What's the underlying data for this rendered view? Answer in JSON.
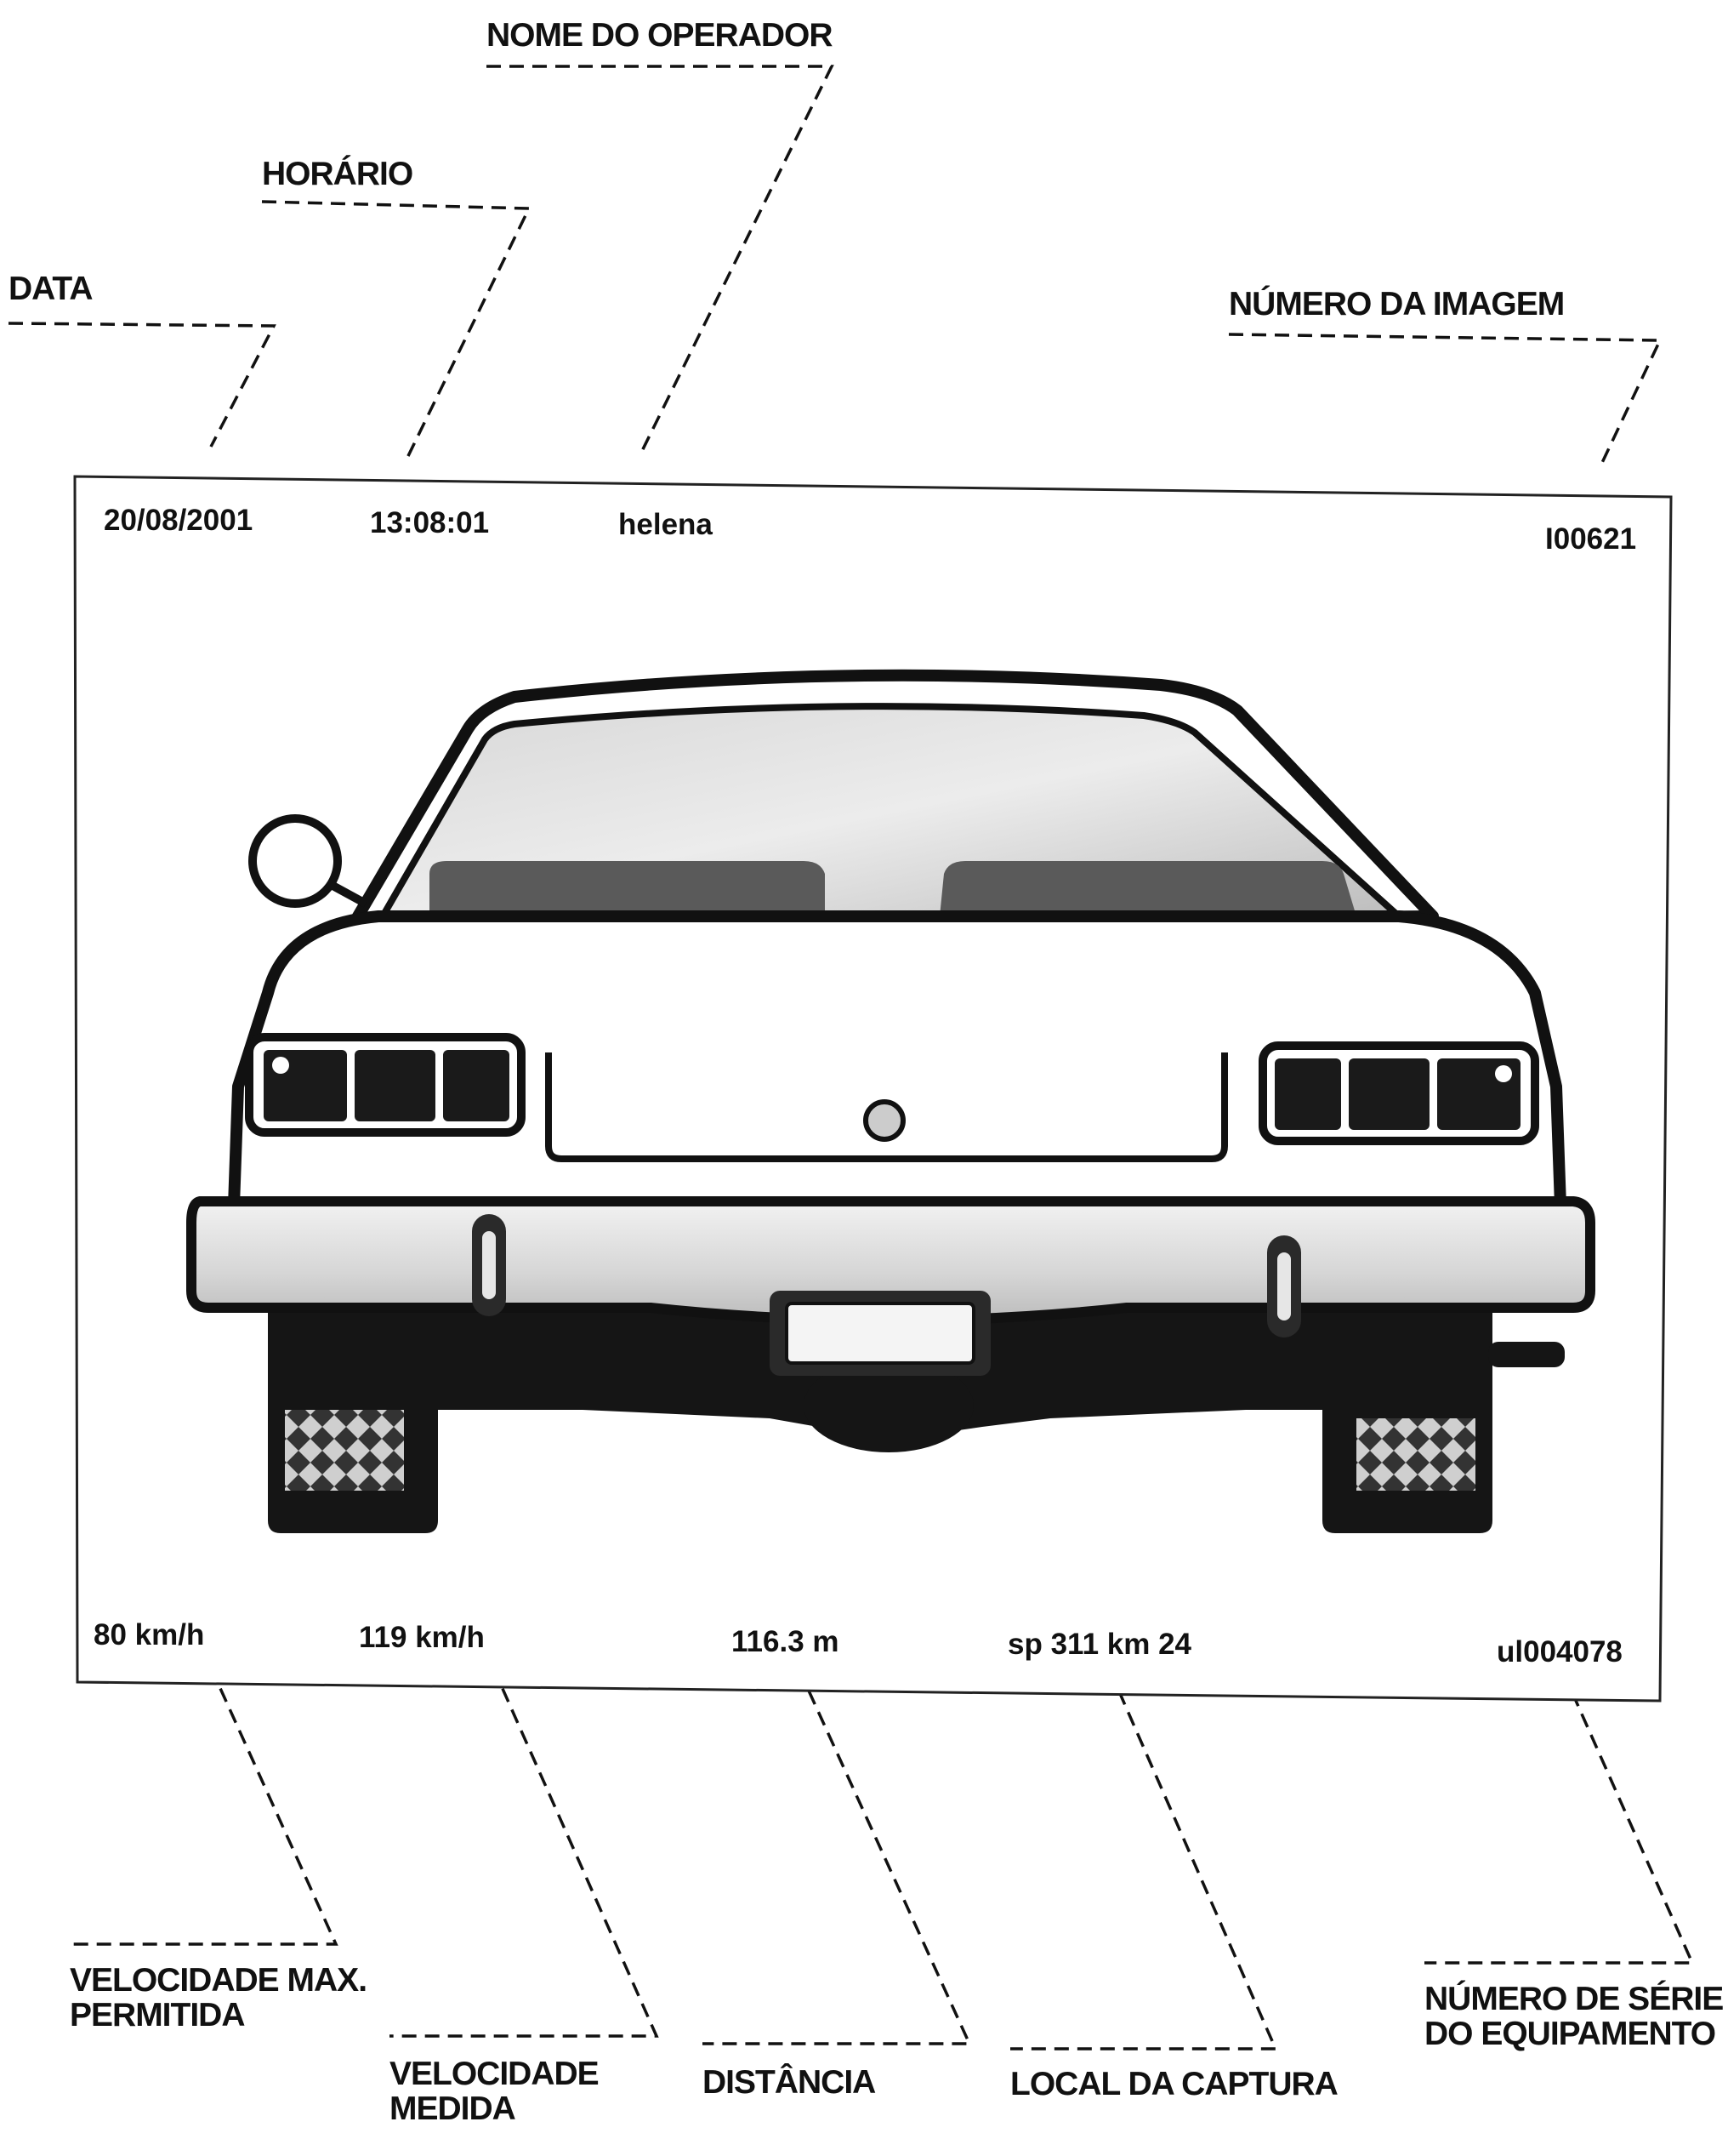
{
  "callouts": {
    "operator": "NOME DO OPERADOR",
    "time": "HORÁRIO",
    "date": "DATA",
    "image_number": "NÚMERO DA IMAGEM",
    "max_speed_line1": "VELOCIDADE MAX.",
    "max_speed_line2": "PERMITIDA",
    "measured_speed_line1": "VELOCIDADE",
    "measured_speed_line2": "MEDIDA",
    "distance": "DISTÂNCIA",
    "capture_location": "LOCAL DA CAPTURA",
    "serial_line1": "NÚMERO DE SÉRIE",
    "serial_line2": "DO EQUIPAMENTO"
  },
  "photo": {
    "date": "20/08/2001",
    "time": "13:08:01",
    "operator": "helena",
    "image_number": "I00621",
    "max_speed": "80 km/h",
    "measured_speed": "119 km/h",
    "distance": "116.3 m",
    "location": "sp 311 km 24",
    "serial": "ul004078"
  },
  "colors": {
    "ink": "#111111",
    "glass": "#c9c9c9",
    "bumper": "#dedede",
    "dark": "#1a1a1a"
  }
}
